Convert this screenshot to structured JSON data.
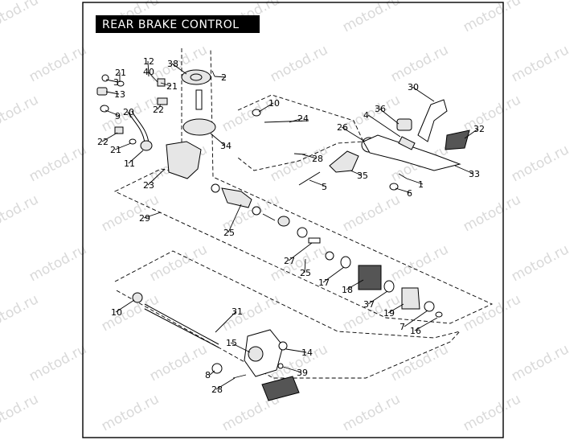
{
  "title": "REAR BRAKE CONTROL",
  "watermark": "motod.ru",
  "callouts": [
    {
      "id": "c1",
      "label": "1"
    },
    {
      "id": "c2",
      "label": "2"
    },
    {
      "id": "c3",
      "label": "3"
    },
    {
      "id": "c4",
      "label": "4"
    },
    {
      "id": "c5",
      "label": "5"
    },
    {
      "id": "c6",
      "label": "6"
    },
    {
      "id": "c7",
      "label": "7"
    },
    {
      "id": "c8",
      "label": "8"
    },
    {
      "id": "c9",
      "label": "9"
    },
    {
      "id": "c10a",
      "label": "10"
    },
    {
      "id": "c10b",
      "label": "10"
    },
    {
      "id": "c11",
      "label": "11"
    },
    {
      "id": "c12",
      "label": "12"
    },
    {
      "id": "c13",
      "label": "13"
    },
    {
      "id": "c14",
      "label": "14"
    },
    {
      "id": "c15",
      "label": "15"
    },
    {
      "id": "c16",
      "label": "16"
    },
    {
      "id": "c17",
      "label": "17"
    },
    {
      "id": "c18",
      "label": "18"
    },
    {
      "id": "c19",
      "label": "19"
    },
    {
      "id": "c20",
      "label": "20"
    },
    {
      "id": "c21a",
      "label": "21"
    },
    {
      "id": "c21b",
      "label": "21"
    },
    {
      "id": "c21c",
      "label": "21"
    },
    {
      "id": "c22a",
      "label": "22"
    },
    {
      "id": "c22b",
      "label": "22"
    },
    {
      "id": "c23",
      "label": "23"
    },
    {
      "id": "c24",
      "label": "24"
    },
    {
      "id": "c25a",
      "label": "25"
    },
    {
      "id": "c25b",
      "label": "25"
    },
    {
      "id": "c26",
      "label": "26"
    },
    {
      "id": "c27",
      "label": "27"
    },
    {
      "id": "c28a",
      "label": "28"
    },
    {
      "id": "c28b",
      "label": "28"
    },
    {
      "id": "c29",
      "label": "29"
    },
    {
      "id": "c30",
      "label": "30"
    },
    {
      "id": "c31",
      "label": "31"
    },
    {
      "id": "c32",
      "label": "32"
    },
    {
      "id": "c33",
      "label": "33"
    },
    {
      "id": "c34",
      "label": "34"
    },
    {
      "id": "c35",
      "label": "35"
    },
    {
      "id": "c36",
      "label": "36"
    },
    {
      "id": "c37",
      "label": "37"
    },
    {
      "id": "c38",
      "label": "38"
    },
    {
      "id": "c39",
      "label": "39"
    },
    {
      "id": "c40",
      "label": "40"
    }
  ]
}
